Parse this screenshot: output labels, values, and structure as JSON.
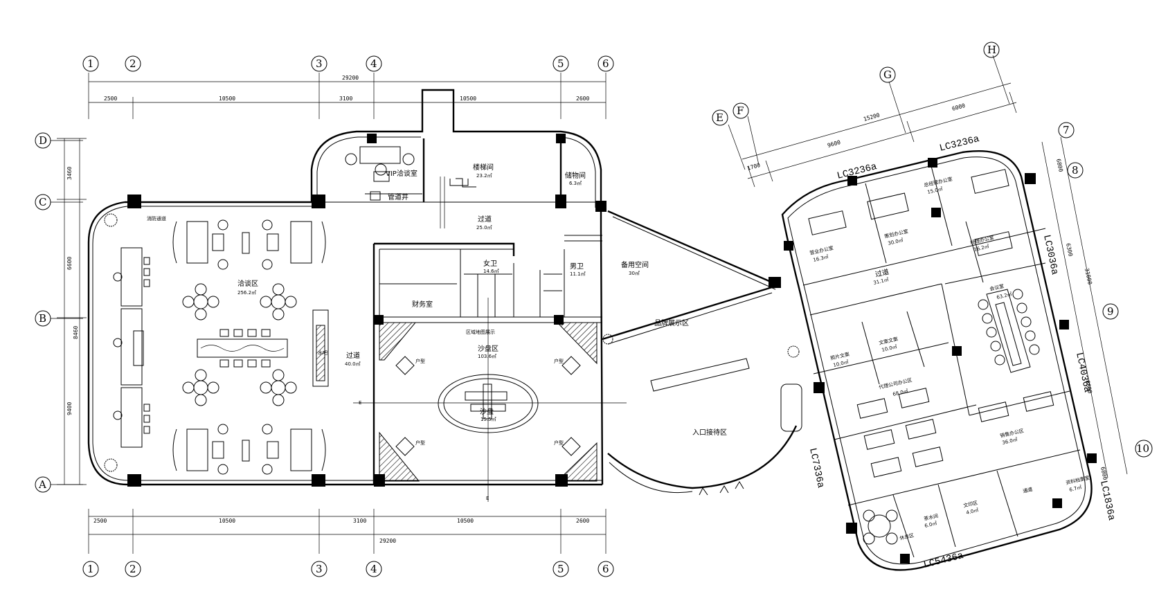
{
  "axes": {
    "bottom": [
      "1",
      "2",
      "3",
      "4",
      "5",
      "6"
    ],
    "left": [
      "D",
      "C",
      "B",
      "A"
    ],
    "right_top": [
      "E",
      "F",
      "G",
      "H"
    ],
    "right_side": [
      "7",
      "8",
      "9",
      "10"
    ]
  },
  "dims": {
    "top_total": "29200",
    "top_segments": [
      "2500",
      "10500",
      "3100",
      "10500",
      "2600"
    ],
    "bottom_total": "29200",
    "bottom_segments": [
      "2500",
      "10500",
      "3100",
      "10500",
      "2600"
    ],
    "left_segments": [
      "3460",
      "6600",
      "8460",
      "9400"
    ],
    "right_top_segments": [
      "1700",
      "9600",
      "15200",
      "6000"
    ],
    "right_side_segments": [
      "6800",
      "6300",
      "31000",
      "6800",
      "6800"
    ]
  },
  "rooms": {
    "vip": "VIP洽谈室",
    "pipe": "管道井",
    "stair": "楼梯间",
    "stair_area": "23.2㎡",
    "storage": "储物间",
    "storage_area": "6.3㎡",
    "corridor": "过道",
    "corridor_area": "25.0㎡",
    "fire": "消防通道",
    "talk": "洽谈区",
    "talk_area": "256.2㎡",
    "finance": "财务室",
    "female": "女卫",
    "female_area": "14.6㎡",
    "male": "男卫",
    "male_area": "11.1㎡",
    "spare": "备用空间",
    "spare_area": "30㎡",
    "passage": "过道",
    "passage_area": "40.0㎡",
    "region_show": "区域地图展示",
    "sand": "沙盘区",
    "sand_area": "103.6㎡",
    "sandtable": "沙盘",
    "sandtable_area": "15.5㎡",
    "huxing": "户型",
    "brand": "品牌展示区",
    "reception": "入口接待区",
    "water": "水吧",
    "sales_office": "营业办公室",
    "sales_office_area": "16.3㎡",
    "plan_office": "策划办公室",
    "plan_office_area": "30.0㎡",
    "gm_office": "总经理办公室",
    "gm_office_area": "15.0㎡",
    "manager_office": "经理办公室",
    "manager_office_area": "16.2㎡",
    "hall": "过道",
    "hall_area": "31.1㎡",
    "meeting": "会议室",
    "meeting_area": "63.2㎡",
    "archive": "文案文案",
    "archive_area": "10.0㎡",
    "photo": "照片文案",
    "photo_area": "10.0㎡",
    "agent_office": "代理公司办公区",
    "agent_office_area": "68.0㎡",
    "sales_area": "销售办公区",
    "sales_area_area": "36.0㎡",
    "print": "文印区",
    "print_area": "4.0㎡",
    "tea": "茶水间",
    "tea_area": "6.0㎡",
    "lounge": "休息区",
    "channel": "通道",
    "file": "资料档案室",
    "file_area": "6.7㎡"
  },
  "windows": {
    "w1": "LC3236a",
    "w2": "LC3236a",
    "w3": "LC3036a",
    "w4": "LC4036a",
    "w5": "LC7336a",
    "w6": "LC1836a",
    "w7": "LC5436a"
  },
  "section_mark": "E"
}
